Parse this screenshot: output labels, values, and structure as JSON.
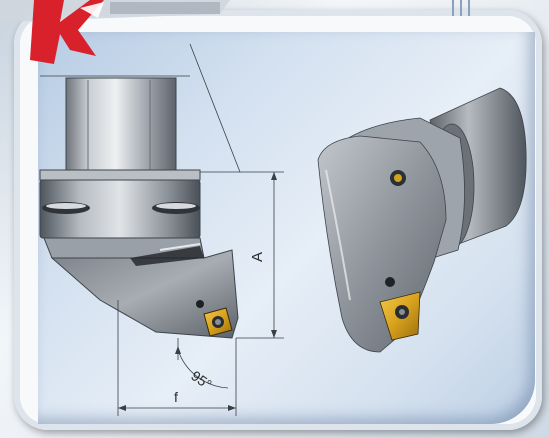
{
  "drawing": {
    "dimension_height": "A",
    "dimension_width": "f",
    "angle": "95°"
  },
  "colors": {
    "panel": "#cfdcea",
    "logo_red": "#d8212a",
    "tool_steel": "#9aa0a8",
    "insert_gold": "#d8a21e"
  }
}
